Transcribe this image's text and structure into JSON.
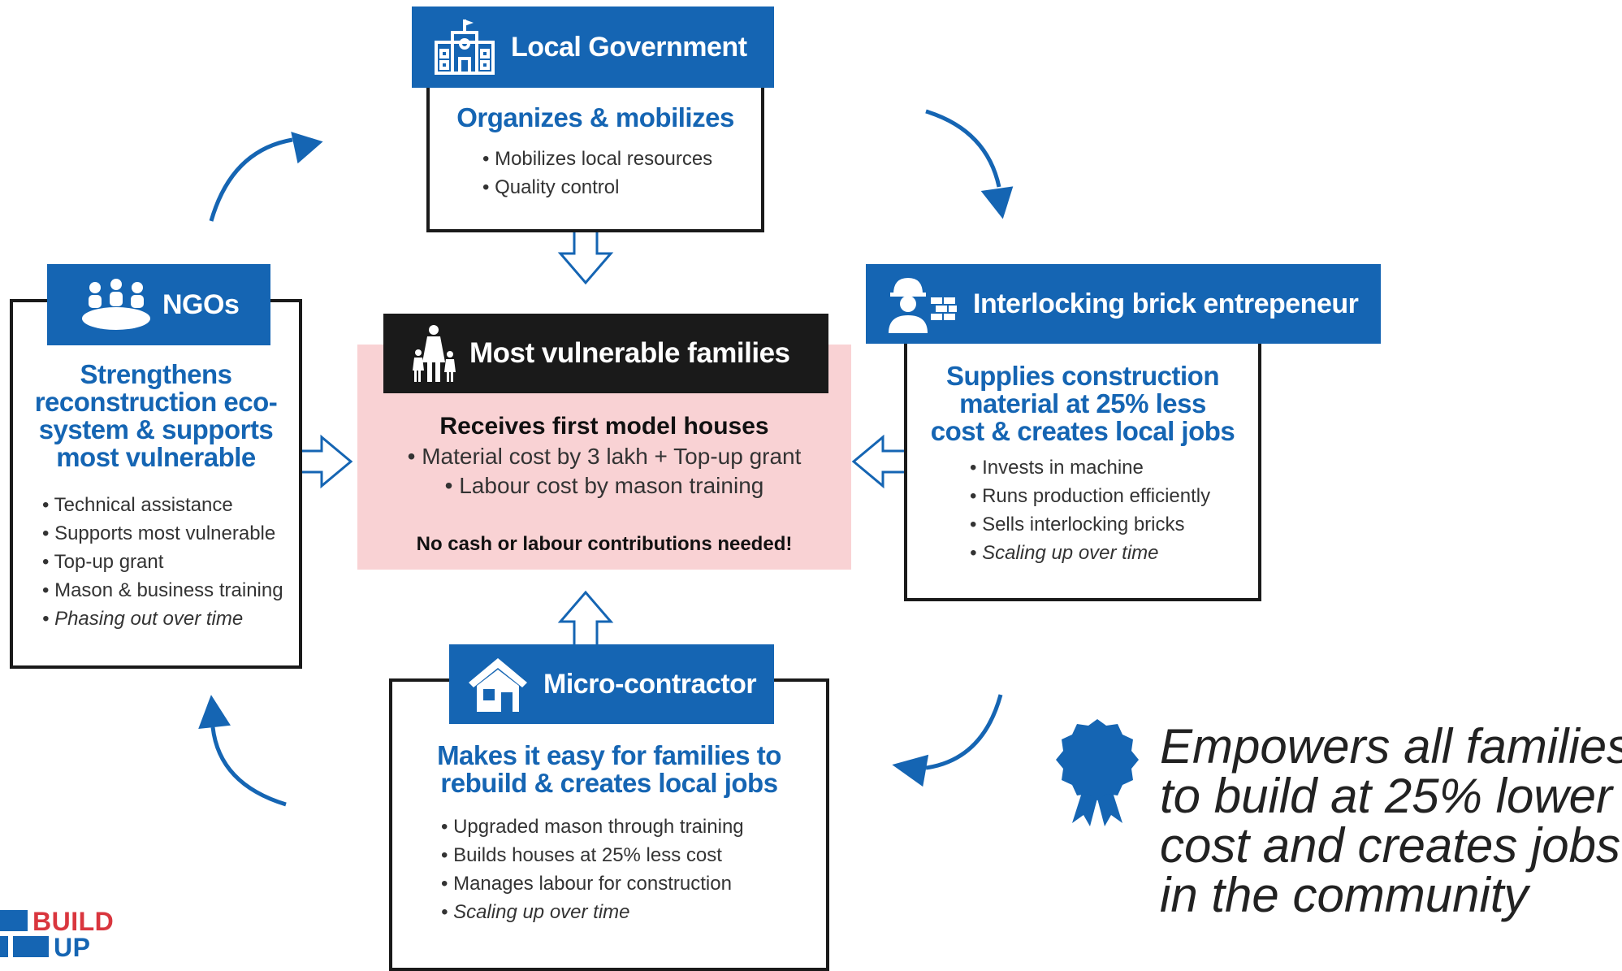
{
  "local_government": {
    "title": "Local Government",
    "subtitle": "Organizes & mobilizes",
    "bullets": [
      "Mobilizes local resources",
      "Quality control"
    ]
  },
  "ngos": {
    "title": "NGOs",
    "subtitle_lines": [
      "Strengthens",
      "reconstruction eco-",
      "system & supports",
      "most vulnerable"
    ],
    "bullets": [
      "Technical assistance",
      "Supports most vulnerable",
      "Top-up grant",
      "Mason & business training"
    ],
    "bullets_italic": [
      "Phasing out over time"
    ]
  },
  "families": {
    "title": "Most vulnerable families",
    "subtitle": "Receives first model houses",
    "bullets": [
      "Material cost by 3 lakh + Top-up grant",
      "Labour cost by mason training"
    ],
    "note": "No cash or labour contributions needed!"
  },
  "brick_entrepreneur": {
    "title": "Interlocking brick entrepeneur",
    "subtitle_lines": [
      "Supplies construction",
      "material at 25% less",
      "cost & creates local jobs"
    ],
    "bullets": [
      "Invests in machine",
      "Runs production efficiently",
      "Sells interlocking bricks"
    ],
    "bullets_italic": [
      "Scaling up over time"
    ]
  },
  "micro_contractor": {
    "title": "Micro-contractor",
    "subtitle_lines": [
      "Makes it easy for families to",
      "rebuild & creates local jobs"
    ],
    "bullets": [
      "Upgraded mason through training",
      "Builds houses at 25% less cost",
      "Manages labour for construction"
    ],
    "bullets_italic": [
      "Scaling up over time"
    ]
  },
  "empowerment": {
    "lines": [
      "Empowers all families",
      "to build at 25% lower",
      "cost and creates jobs",
      "in the community"
    ]
  },
  "logo": {
    "line1": "BUILD",
    "line2": "UP"
  },
  "colors": {
    "blue": "#1565b3",
    "black": "#1a1a1a",
    "pink": "#f9d2d4",
    "logo_red": "#d9363e"
  },
  "icons": [
    "building-icon",
    "people-icon",
    "family-icon",
    "worker-bricks-icon",
    "house-icon",
    "award-badge-icon"
  ]
}
